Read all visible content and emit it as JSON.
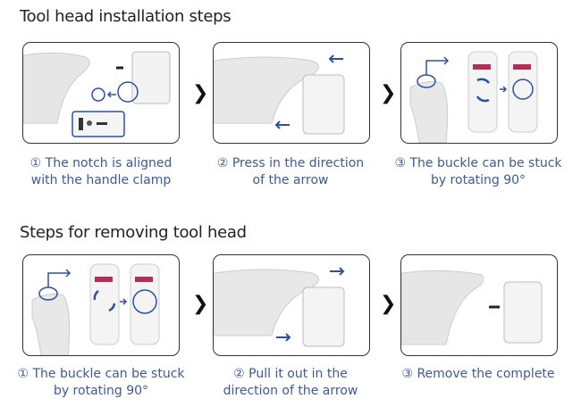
{
  "colors": {
    "accent": "#2b4fa8",
    "caption": "#3d5a97"
  },
  "install": {
    "title": "Tool head installation steps",
    "steps": [
      {
        "num": "①",
        "line1": "The notch is aligned",
        "line2": "with the handle clamp"
      },
      {
        "num": "②",
        "line1": "Press in the direction",
        "line2": "of the arrow"
      },
      {
        "num": "③",
        "line1": "The buckle can be stuck",
        "line2": "by rotating 90°"
      }
    ]
  },
  "remove": {
    "title": "Steps for removing tool head",
    "steps": [
      {
        "num": "①",
        "line1": "The buckle can be stuck",
        "line2": "by rotating 90°"
      },
      {
        "num": "②",
        "line1": "Pull it out in the",
        "line2": "direction of the arrow"
      },
      {
        "num": "③",
        "line1": "Remove the complete",
        "line2": ""
      }
    ]
  },
  "chevron": "❯"
}
